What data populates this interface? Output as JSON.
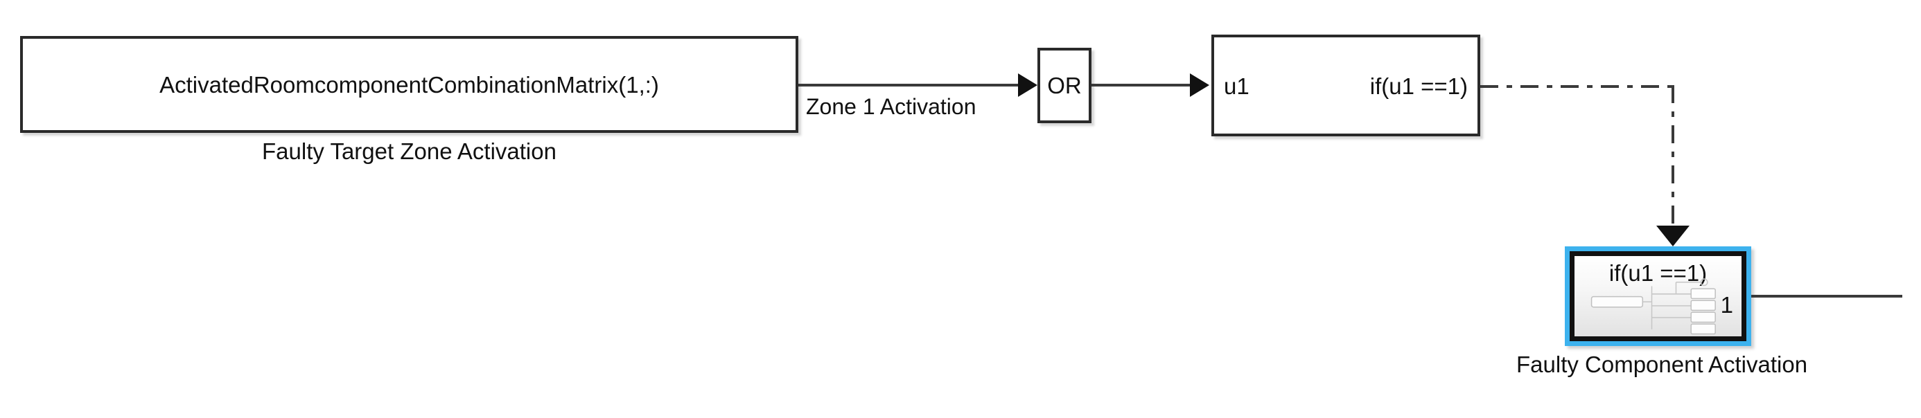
{
  "diagram": {
    "type": "simulink-block-diagram",
    "background_color": "#ffffff",
    "line_color": "#3a3a3a",
    "selection_color": "#3db2ee",
    "text_color": "#111111"
  },
  "blocks": {
    "matrix_selector": {
      "title": "ActivatedRoomcomponentCombinationMatrix(1,:)",
      "caption": "Faulty Target Zone Activation"
    },
    "logic_or": {
      "title": "OR"
    },
    "if_block": {
      "input_port_label": "u1",
      "output_port_label": "if(u1 ==1)"
    },
    "action_subsystem": {
      "title": "if(u1 ==1)",
      "outport_number": "1",
      "caption": "Faulty Component Activation",
      "selected": "true"
    }
  },
  "signals": {
    "zone_activation": {
      "label": "Zone 1 Activation"
    }
  }
}
